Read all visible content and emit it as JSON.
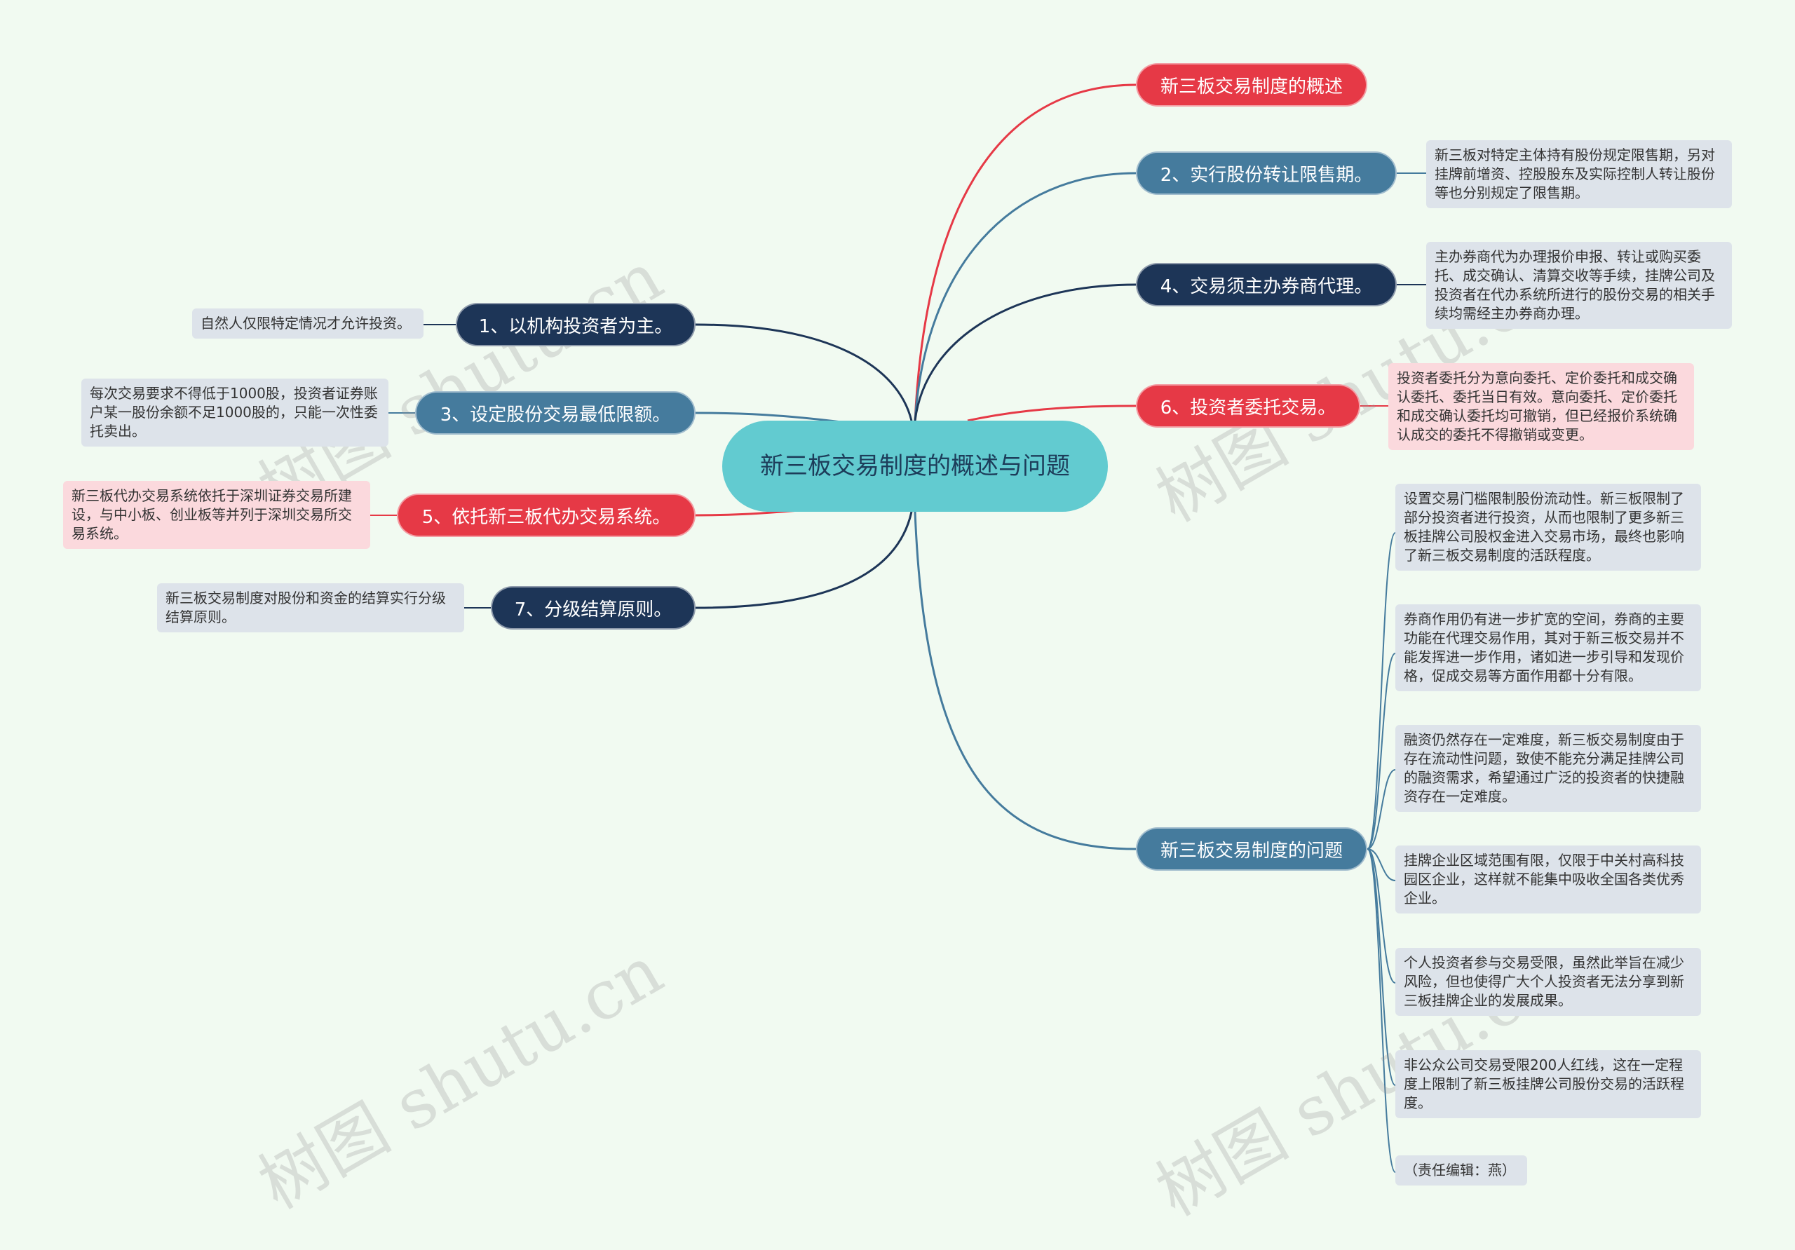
{
  "root": {
    "label": "新三板交易制度的概述与问题"
  },
  "right": [
    {
      "key": "r0",
      "label": "新三板交易制度的概述",
      "color": "#e63946",
      "note": ""
    },
    {
      "key": "r1",
      "label": "2、实行股份转让限售期。",
      "color": "#457b9d",
      "note": "新三板对特定主体持有股份规定限售期，另对挂牌前增资、控股股东及实际控制人转让股份等也分别规定了限售期。"
    },
    {
      "key": "r2",
      "label": "4、交易须主办券商代理。",
      "color": "#1d3557",
      "note": "主办券商代为办理报价申报、转让或购买委托、成交确认、清算交收等手续，挂牌公司及投资者在代办系统所进行的股份交易的相关手续均需经主办券商办理。"
    },
    {
      "key": "r3",
      "label": "6、投资者委托交易。",
      "color": "#e63946",
      "note": "投资者委托分为意向委托、定价委托和成交确认委托、委托当日有效。意向委托、定价委托和成交确认委托均可撤销，但已经报价系统确认成交的委托不得撤销或变更。"
    },
    {
      "key": "r4",
      "label": "新三板交易制度的问题",
      "color": "#457b9d",
      "note": ""
    }
  ],
  "left": [
    {
      "key": "l0",
      "label": "1、以机构投资者为主。",
      "color": "#1d3557",
      "note": "自然人仅限特定情况才允许投资。"
    },
    {
      "key": "l1",
      "label": "3、设定股份交易最低限额。",
      "color": "#457b9d",
      "note": "每次交易要求不得低于1000股，投资者证券账户某一股份余额不足1000股的，只能一次性委托卖出。"
    },
    {
      "key": "l2",
      "label": "5、依托新三板代办交易系统。",
      "color": "#e63946",
      "note": "新三板代办交易系统依托于深圳证券交易所建设，与中小板、创业板等并列于深圳交易所交易系统。"
    },
    {
      "key": "l3",
      "label": "7、分级结算原则。",
      "color": "#1d3557",
      "note": "新三板交易制度对股份和资金的结算实行分级结算原则。"
    }
  ],
  "problems": [
    "设置交易门槛限制股份流动性。新三板限制了部分投资者进行投资，从而也限制了更多新三板挂牌公司股权金进入交易市场，最终也影响了新三板交易制度的活跃程度。",
    "券商作用仍有进一步扩宽的空间，券商的主要功能在代理交易作用，其对于新三板交易并不能发挥进一步作用，诸如进一步引导和发现价格，促成交易等方面作用都十分有限。",
    "融资仍然存在一定难度，新三板交易制度由于存在流动性问题，致使不能充分满足挂牌公司的融资需求，希望通过广泛的投资者的快捷融资存在一定难度。",
    "挂牌企业区域范围有限，仅限于中关村高科技园区企业，这样就不能集中吸收全国各类优秀企业。",
    "个人投资者参与交易受限，虽然此举旨在减少风险，但也使得广大个人投资者无法分享到新三板挂牌企业的发展成果。",
    "非公众公司交易受限200人红线，这在一定程度上限制了新三板挂牌公司股份交易的活跃程度。",
    "（责任编辑：燕）"
  ],
  "watermark": "树图 shutu.cn",
  "colors": {
    "background": "#f1faf1",
    "root": "#62cbd0",
    "navy": "#1d3557",
    "steel": "#457b9d",
    "red": "#e63946",
    "note": "#dde3ea",
    "note_pink": "#fbd9dd"
  }
}
